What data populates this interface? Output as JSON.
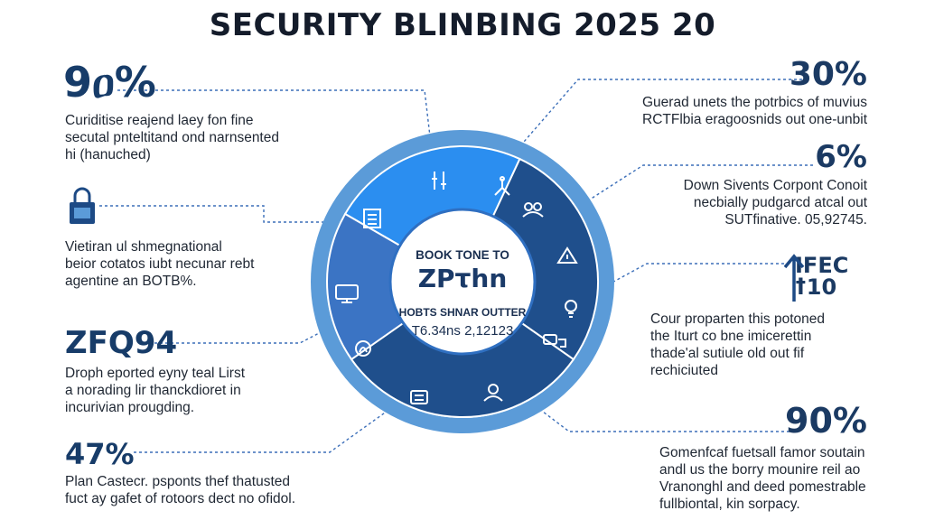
{
  "title": "SECURITY BLINBING 2025 20",
  "center": {
    "line1": "BOOK TONE TO",
    "line2": "ZPτhn",
    "line3": "HOBTS SHNAR OUTTER",
    "line4": "T6.34ns 2,12123"
  },
  "left": [
    {
      "stat": "9ዐ%",
      "text": [
        "Curiditise reajend laey fon fine",
        "secutal pnteltitand ond narnsented",
        "hi (hanuched)"
      ]
    },
    {
      "icon": "lock-icon",
      "text": [
        "Vietiran ul shmegnational",
        "beior cotatos iubt necunar rebt",
        "agentine an BOTB%."
      ]
    },
    {
      "stat": "ZFQ94",
      "text": [
        "Droph eported eyny teal Lirst",
        "a norading lir thanckdioret in",
        "incurivian prougding."
      ]
    },
    {
      "stat": "47%",
      "text": [
        "Plan Castecr. psponts thef thatusted",
        "fuct ay gafet of rotoors dect no ofidol."
      ]
    }
  ],
  "right": [
    {
      "stat": "30%",
      "text": [
        "Guerad unets the potrbics of muvius",
        "RCTFlbia eragoosnids out one-unbit"
      ]
    },
    {
      "stat": "6%",
      "text": [
        "Down Sivents Corpont Conoit",
        "necbially pudgarcd atcal out",
        "SUTfinative. 05,92745."
      ]
    },
    {
      "stat": "IFEC ꝉ10",
      "text": [
        "Cour proparten this potoned",
        "the Iturt co bne imicerettin",
        "thade'al sutiule old out fif",
        "rechiciuted"
      ]
    }
  ],
  "bottom_right": {
    "stat": "90%",
    "text": [
      "Gomenfcaf fuetsall famor soutain",
      "andl us the borry mounire reil ao",
      "Vranonghl and deed pomestrable",
      "fullbiontal, kin sorpacy."
    ]
  },
  "ring_icons": [
    "sliders-icon",
    "network-icon",
    "users-icon",
    "warning-icon",
    "bulb-icon",
    "chat-icon",
    "person-icon",
    "id-card-icon",
    "fingerprint-icon",
    "monitor-icon",
    "checklist-icon"
  ],
  "colors": {
    "outer_ring": "#5b9bd8",
    "dark": "#1f4f8c",
    "mid": "#2d6bb2",
    "light": "#3f93e4",
    "bright": "#2b8ef0",
    "accent": "#3b74c4"
  }
}
